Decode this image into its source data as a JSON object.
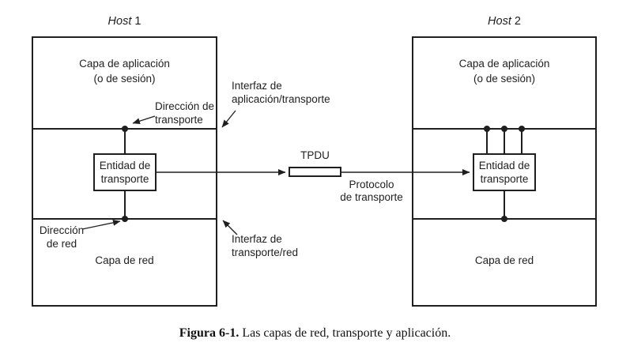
{
  "host1": {
    "title_name": "Host",
    "title_number": "1",
    "application_layer": "Capa de aplicación\n(o de sesión)",
    "transport_entity": "Entidad de\ntransporte",
    "network_layer": "Capa de red",
    "transport_address": "Dirección de\ntransporte",
    "network_address": "Dirección\nde red"
  },
  "host2": {
    "title_name": "Host",
    "title_number": "2",
    "application_layer": "Capa de aplicación\n(o de sesión)",
    "transport_entity": "Entidad de\ntransporte",
    "network_layer": "Capa de red"
  },
  "interfaces": {
    "application_transport": "Interfaz de\naplicación/transporte",
    "transport_network": "Interfaz de\ntransporte/red"
  },
  "protocol": {
    "tpdu": "TPDU",
    "transport_protocol": "Protocolo\nde transporte"
  },
  "caption": {
    "label": "Figura 6-1.",
    "text": "Las capas de red, transporte y aplicación."
  },
  "colors": {
    "line": "#1f1f1f",
    "background": "#ffffff"
  }
}
